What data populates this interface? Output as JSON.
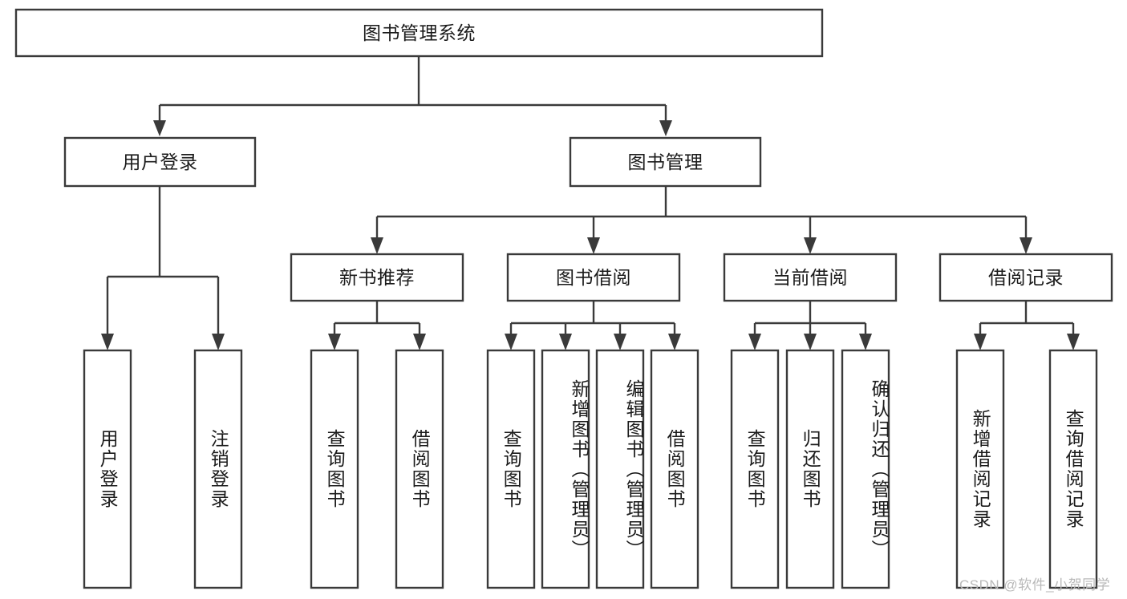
{
  "diagram": {
    "type": "tree-flowchart",
    "title": "图书管理系统",
    "orientation": "top-down",
    "watermark": "CSDN @软件_小贺同学",
    "colors": {
      "box_fill": "#ffffff",
      "box_stroke": "#3a3a3a",
      "text": "#1b1b1b",
      "watermark": "#b9b9b9",
      "background": "#ffffff"
    },
    "levels": [
      {
        "level": 1,
        "nodes": [
          {
            "id": "root",
            "label": "图书管理系统",
            "orientation": "horizontal"
          }
        ]
      },
      {
        "level": 2,
        "nodes": [
          {
            "id": "user_login",
            "label": "用户登录",
            "orientation": "horizontal",
            "parent": "root"
          },
          {
            "id": "book_mgmt",
            "label": "图书管理",
            "orientation": "horizontal",
            "parent": "root"
          }
        ]
      },
      {
        "level": 3,
        "nodes": [
          {
            "id": "new_book_rec",
            "label": "新书推荐",
            "orientation": "horizontal",
            "parent": "book_mgmt"
          },
          {
            "id": "book_borrow",
            "label": "图书借阅",
            "orientation": "horizontal",
            "parent": "book_mgmt"
          },
          {
            "id": "current_borrow",
            "label": "当前借阅",
            "orientation": "horizontal",
            "parent": "book_mgmt"
          },
          {
            "id": "borrow_record",
            "label": "借阅记录",
            "orientation": "horizontal",
            "parent": "book_mgmt"
          }
        ]
      },
      {
        "level": 4,
        "nodes": [
          {
            "id": "leaf_user_login",
            "label": "用户登录",
            "orientation": "vertical",
            "parent": "user_login"
          },
          {
            "id": "leaf_logout",
            "label": "注销登录",
            "orientation": "vertical",
            "parent": "user_login"
          },
          {
            "id": "leaf_query_book_1",
            "label": "查询图书",
            "orientation": "vertical",
            "parent": "new_book_rec"
          },
          {
            "id": "leaf_borrow_book_1",
            "label": "借阅图书",
            "orientation": "vertical",
            "parent": "new_book_rec"
          },
          {
            "id": "leaf_query_book_2",
            "label": "查询图书",
            "orientation": "vertical",
            "parent": "book_borrow"
          },
          {
            "id": "leaf_add_book",
            "label": "新增图书（管理员）",
            "orientation": "vertical",
            "parent": "book_borrow"
          },
          {
            "id": "leaf_edit_book",
            "label": "编辑图书（管理员）",
            "orientation": "vertical",
            "parent": "book_borrow"
          },
          {
            "id": "leaf_borrow_book_2",
            "label": "借阅图书",
            "orientation": "vertical",
            "parent": "book_borrow"
          },
          {
            "id": "leaf_query_book_3",
            "label": "查询图书",
            "orientation": "vertical",
            "parent": "current_borrow"
          },
          {
            "id": "leaf_return_book",
            "label": "归还图书",
            "orientation": "vertical",
            "parent": "current_borrow"
          },
          {
            "id": "leaf_confirm_return",
            "label": "确认归还（管理员）",
            "orientation": "vertical",
            "parent": "current_borrow"
          },
          {
            "id": "leaf_add_record",
            "label": "新增借阅记录",
            "orientation": "vertical",
            "parent": "borrow_record"
          },
          {
            "id": "leaf_query_record",
            "label": "查询借阅记录",
            "orientation": "vertical",
            "parent": "borrow_record"
          }
        ]
      }
    ],
    "edges": [
      {
        "from": "root",
        "to": "user_login"
      },
      {
        "from": "root",
        "to": "book_mgmt"
      },
      {
        "from": "book_mgmt",
        "to": "new_book_rec"
      },
      {
        "from": "book_mgmt",
        "to": "book_borrow"
      },
      {
        "from": "book_mgmt",
        "to": "current_borrow"
      },
      {
        "from": "book_mgmt",
        "to": "borrow_record"
      },
      {
        "from": "user_login",
        "to": "leaf_user_login"
      },
      {
        "from": "user_login",
        "to": "leaf_logout"
      },
      {
        "from": "new_book_rec",
        "to": "leaf_query_book_1"
      },
      {
        "from": "new_book_rec",
        "to": "leaf_borrow_book_1"
      },
      {
        "from": "book_borrow",
        "to": "leaf_query_book_2"
      },
      {
        "from": "book_borrow",
        "to": "leaf_add_book"
      },
      {
        "from": "book_borrow",
        "to": "leaf_edit_book"
      },
      {
        "from": "book_borrow",
        "to": "leaf_borrow_book_2"
      },
      {
        "from": "current_borrow",
        "to": "leaf_query_book_3"
      },
      {
        "from": "current_borrow",
        "to": "leaf_return_book"
      },
      {
        "from": "current_borrow",
        "to": "leaf_confirm_return"
      },
      {
        "from": "borrow_record",
        "to": "leaf_add_record"
      },
      {
        "from": "borrow_record",
        "to": "leaf_query_record"
      }
    ]
  }
}
